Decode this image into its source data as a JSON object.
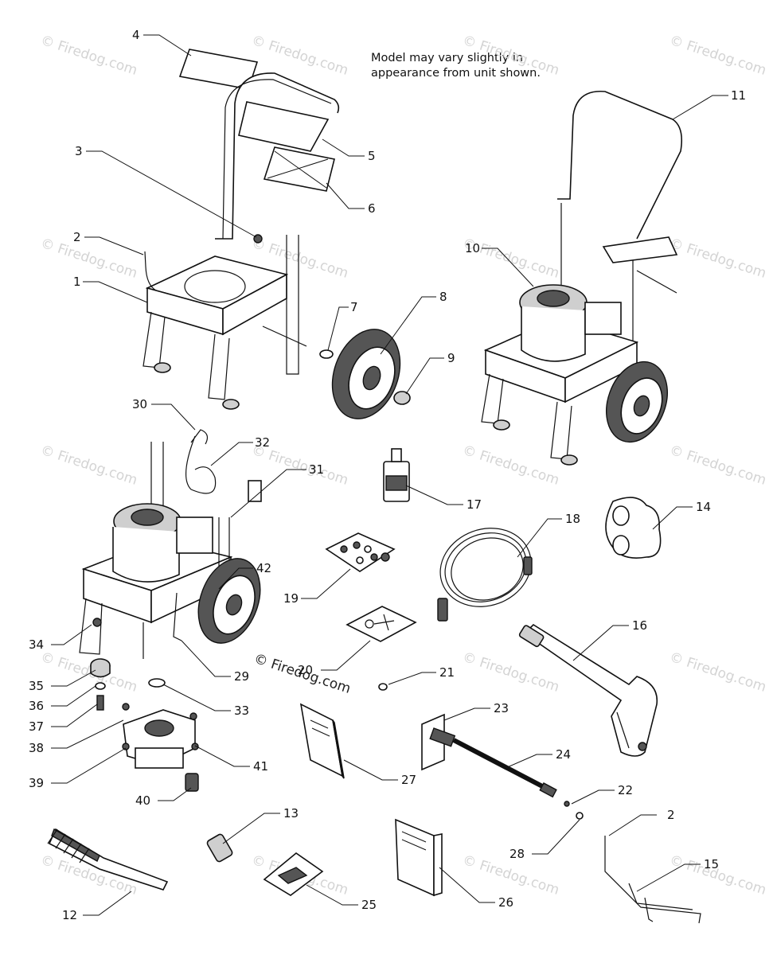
{
  "note": {
    "line1": "Model may vary slightly in",
    "line2": "appearance from unit shown."
  },
  "watermark": {
    "text": "© Firedog.com",
    "center_text": "© Firedog.com"
  },
  "callouts": [
    "4",
    "3",
    "2",
    "1",
    "5",
    "6",
    "7",
    "8",
    "9",
    "11",
    "10",
    "30",
    "32",
    "31",
    "17",
    "14",
    "18",
    "42",
    "19",
    "16",
    "34",
    "20",
    "21",
    "29",
    "35",
    "33",
    "36",
    "23",
    "37",
    "38",
    "24",
    "27",
    "41",
    "39",
    "22",
    "40",
    "13",
    "2",
    "28",
    "15",
    "12",
    "25",
    "26"
  ]
}
